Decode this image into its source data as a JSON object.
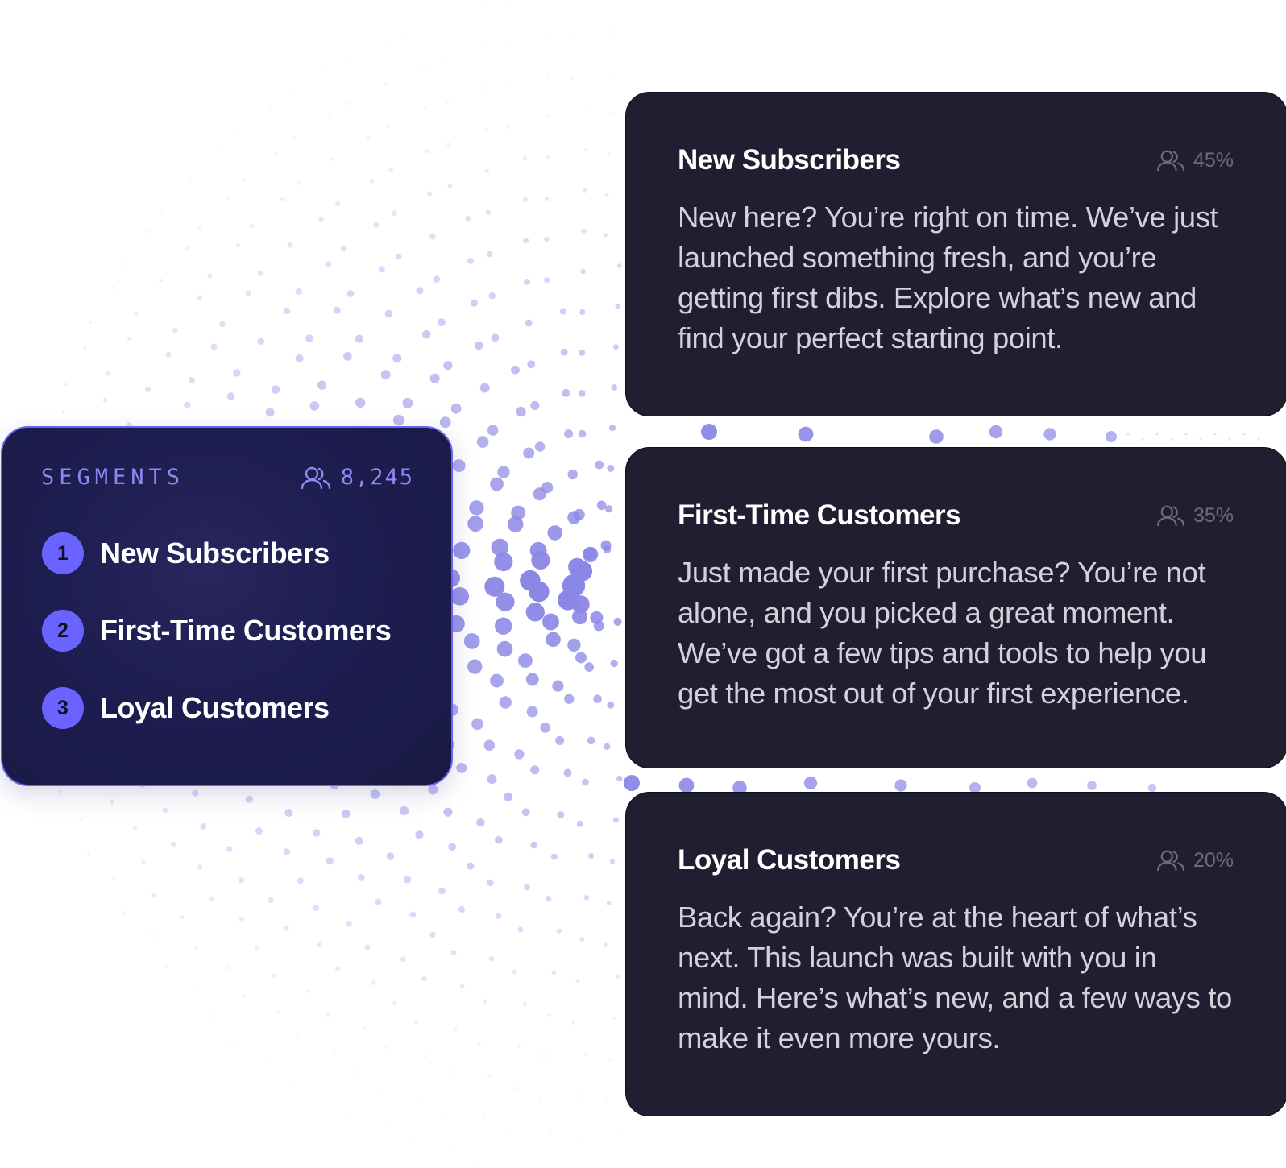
{
  "segments_panel": {
    "title": "SEGMENTS",
    "total_count": "8,245",
    "count_icon": "users-icon",
    "items": [
      {
        "number": "1",
        "label": "New Subscribers"
      },
      {
        "number": "2",
        "label": "First-Time Customers"
      },
      {
        "number": "3",
        "label": "Loyal Customers"
      }
    ]
  },
  "cards": [
    {
      "title": "New Subscribers",
      "share": "45%",
      "body": "New here? You’re right on time. We’ve just launched something fresh, and you’re getting first dibs. Explore what’s new and find your perfect starting point."
    },
    {
      "title": "First-Time Customers",
      "share": "35%",
      "body": "Just made your first purchase? You’re not alone, and you picked a great moment. We’ve got a few tips and tools to help you get the most out of your first experience."
    },
    {
      "title": "Loyal Customers",
      "share": "20%",
      "body": "Back again? You’re at the heart of what’s next. This launch was built with you in mind. Here’s what’s new, and a few ways to make it even more yours."
    }
  ],
  "colors": {
    "accent": "#6b63ff",
    "dots": "#8b87e6",
    "panel_bg": "#1e1d50",
    "card_bg": "#1f1f31",
    "muted_text": "#6b6b7c"
  }
}
